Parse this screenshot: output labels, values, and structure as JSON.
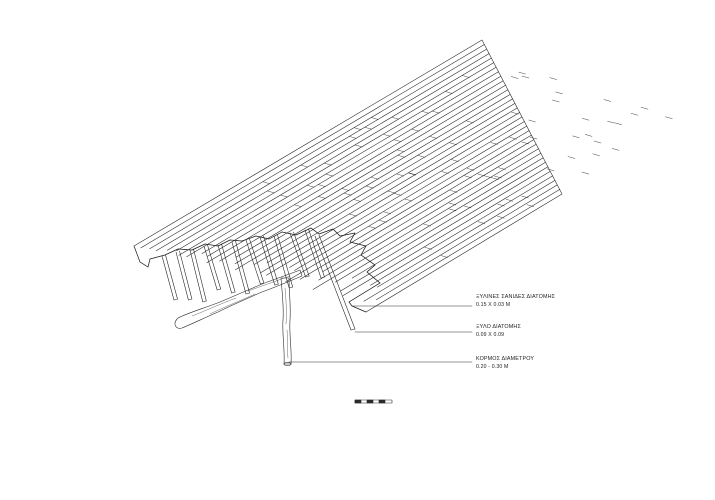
{
  "annotations": [
    {
      "title": "ΞΥΛΙΝΕΣ ΣΑΝΙΔΕΣ ΔΙΑΤΟΜΗΣ",
      "dimension": "0.15 X 0.03 M"
    },
    {
      "title": "ΞΥΛΟ ΔΙΑΤΟΜΗΣ",
      "dimension": "0.09 X 0.09"
    },
    {
      "title": "ΚΟΡΜΟΣ ΔΙΑΜΕΤΡΟΥ",
      "dimension": "0.20 - 0.30 M"
    }
  ],
  "colors": {
    "line": "#2a2a2a",
    "background": "#ffffff"
  }
}
